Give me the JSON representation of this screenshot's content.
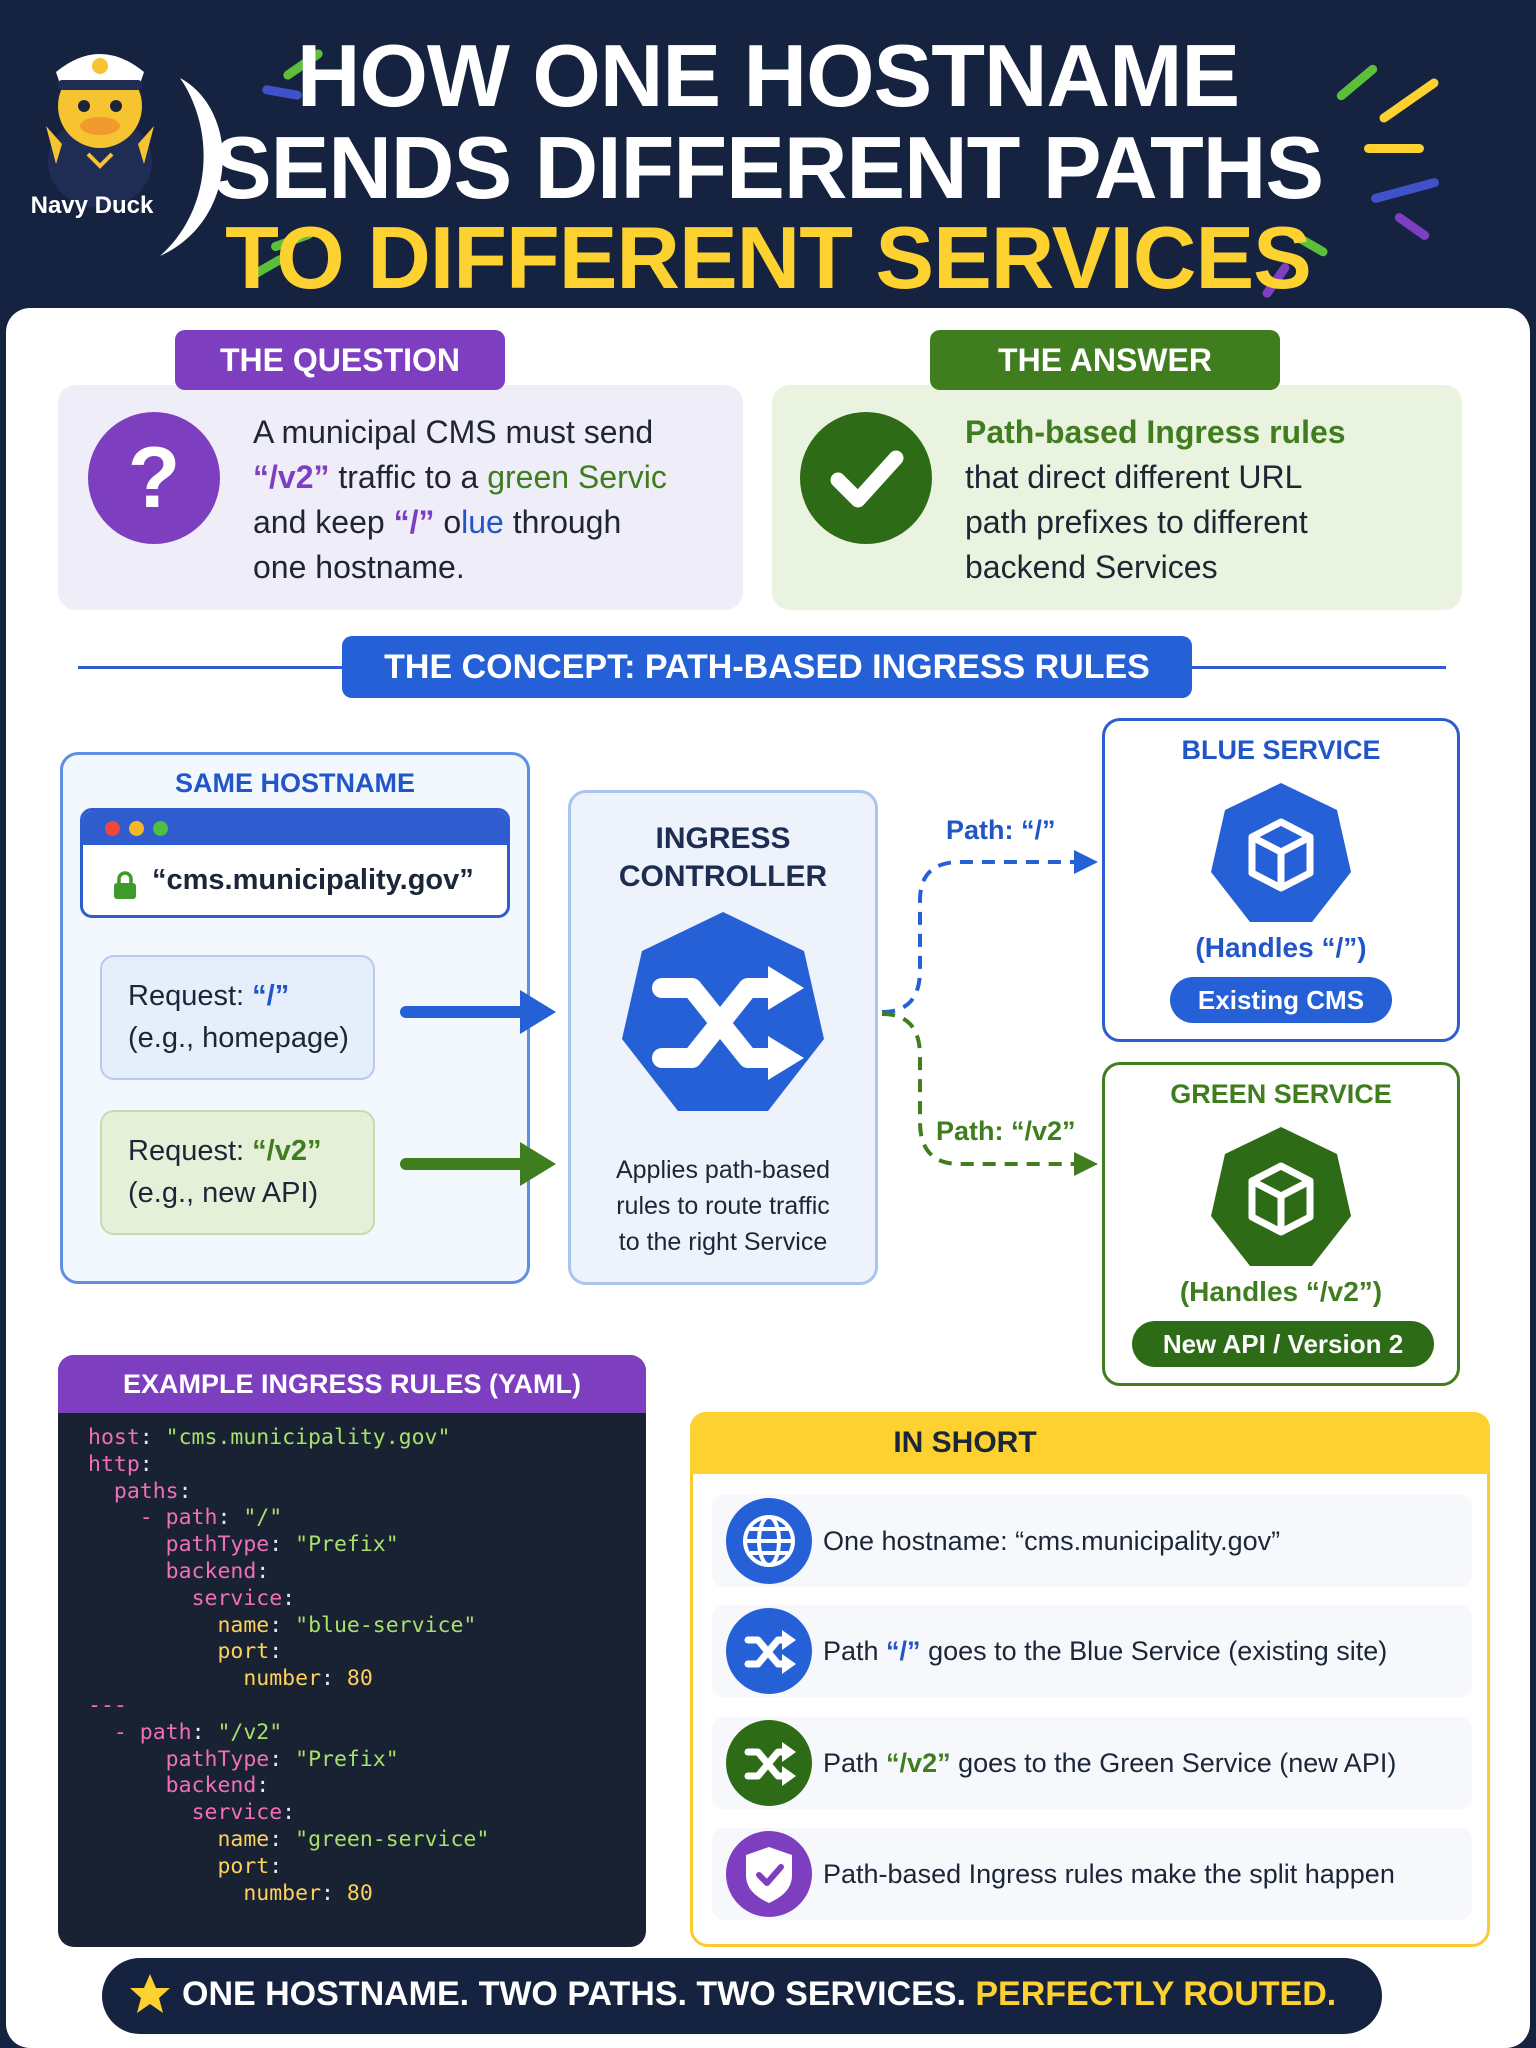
{
  "header": {
    "mascot_label": "Navy Duck",
    "title_line1": "HOW ONE HOSTNAME",
    "title_line2": "SENDS DIFFERENT PATHS",
    "title_line3": "TO DIFFERENT SERVICES"
  },
  "question": {
    "pill": "THE QUESTION",
    "icon": "question-mark-icon",
    "line1": "A municipal CMS must send",
    "line2_a": "“/v2”",
    "line2_b": " traffic to a ",
    "line2_c": "green Servic",
    "line3_a": "and keep ",
    "line3_b": "“/”",
    "line3_c": " o",
    "line3_d": "lue",
    "line3_e": " through",
    "line4": "one hostname."
  },
  "answer": {
    "pill": "THE ANSWER",
    "icon": "checkmark-icon",
    "line1": "Path-based Ingress rules",
    "line2": "that direct different URL",
    "line3": "path prefixes to different",
    "line4": "backend Services"
  },
  "concept": {
    "title": "THE CONCEPT: PATH-BASED INGRESS RULES"
  },
  "hostname": {
    "heading": "SAME HOSTNAME",
    "url": "“cms.municipality.gov”",
    "request1_label": "Request: ",
    "request1_path": "“/”",
    "request1_note": "(e.g., homepage)",
    "request2_label": "Request: ",
    "request2_path": "“/v2”",
    "request2_note": "(e.g., new API)"
  },
  "ingress": {
    "heading_line1": "INGRESS",
    "heading_line2": "CONTROLLER",
    "icon": "shuffle-icon",
    "desc_line1": "Applies path-based",
    "desc_line2": "rules to route traffic",
    "desc_line3": "to the right Service"
  },
  "routes": {
    "blue_path_label": "Path: “/”",
    "green_path_label": "Path: “/v2”"
  },
  "blue_service": {
    "heading": "BLUE SERVICE",
    "icon": "cube-icon",
    "handles": "(Handles “/”)",
    "pill": "Existing CMS",
    "color": "#2660d6"
  },
  "green_service": {
    "heading": "GREEN SERVICE",
    "icon": "cube-icon",
    "handles": "(Handles “/v2”)",
    "pill": "New API / Version 2",
    "color": "#2e6b16"
  },
  "yaml": {
    "heading": "EXAMPLE INGRESS RULES (YAML)",
    "lines": [
      [
        {
          "t": "k",
          "v": "host"
        },
        {
          "t": "p",
          "v": ": "
        },
        {
          "t": "s",
          "v": "\"cms.municipality.gov\""
        }
      ],
      [
        {
          "t": "k",
          "v": "http"
        },
        {
          "t": "p",
          "v": ":"
        }
      ],
      [
        {
          "t": "p",
          "v": "  "
        },
        {
          "t": "k",
          "v": "paths"
        },
        {
          "t": "p",
          "v": ":"
        }
      ],
      [
        {
          "t": "p",
          "v": "    "
        },
        {
          "t": "d",
          "v": "- "
        },
        {
          "t": "k",
          "v": "path"
        },
        {
          "t": "p",
          "v": ": "
        },
        {
          "t": "s",
          "v": "\"/\""
        }
      ],
      [
        {
          "t": "p",
          "v": "      "
        },
        {
          "t": "k",
          "v": "pathType"
        },
        {
          "t": "p",
          "v": ": "
        },
        {
          "t": "s",
          "v": "\"Prefix\""
        }
      ],
      [
        {
          "t": "p",
          "v": "      "
        },
        {
          "t": "k",
          "v": "backend"
        },
        {
          "t": "p",
          "v": ":"
        }
      ],
      [
        {
          "t": "p",
          "v": "        "
        },
        {
          "t": "k",
          "v": "service"
        },
        {
          "t": "p",
          "v": ":"
        }
      ],
      [
        {
          "t": "p",
          "v": "          "
        },
        {
          "t": "n",
          "v": "name"
        },
        {
          "t": "p",
          "v": ": "
        },
        {
          "t": "s",
          "v": "\"blue-service\""
        }
      ],
      [
        {
          "t": "p",
          "v": "          "
        },
        {
          "t": "n",
          "v": "port"
        },
        {
          "t": "p",
          "v": ":"
        }
      ],
      [
        {
          "t": "p",
          "v": "            "
        },
        {
          "t": "n",
          "v": "number"
        },
        {
          "t": "p",
          "v": ": "
        },
        {
          "t": "n",
          "v": "80"
        }
      ],
      [
        {
          "t": "d",
          "v": "---"
        }
      ],
      [
        {
          "t": "p",
          "v": "  "
        },
        {
          "t": "d",
          "v": "- "
        },
        {
          "t": "k",
          "v": "path"
        },
        {
          "t": "p",
          "v": ": "
        },
        {
          "t": "s",
          "v": "\"/v2\""
        }
      ],
      [
        {
          "t": "p",
          "v": "      "
        },
        {
          "t": "k",
          "v": "pathType"
        },
        {
          "t": "p",
          "v": ": "
        },
        {
          "t": "s",
          "v": "\"Prefix\""
        }
      ],
      [
        {
          "t": "p",
          "v": "      "
        },
        {
          "t": "k",
          "v": "backend"
        },
        {
          "t": "p",
          "v": ":"
        }
      ],
      [
        {
          "t": "p",
          "v": "        "
        },
        {
          "t": "k",
          "v": "service"
        },
        {
          "t": "p",
          "v": ":"
        }
      ],
      [
        {
          "t": "p",
          "v": "          "
        },
        {
          "t": "n",
          "v": "name"
        },
        {
          "t": "p",
          "v": ": "
        },
        {
          "t": "s",
          "v": "\"green-service\""
        }
      ],
      [
        {
          "t": "p",
          "v": "          "
        },
        {
          "t": "n",
          "v": "port"
        },
        {
          "t": "p",
          "v": ":"
        }
      ],
      [
        {
          "t": "p",
          "v": "            "
        },
        {
          "t": "n",
          "v": "number"
        },
        {
          "t": "p",
          "v": ": "
        },
        {
          "t": "n",
          "v": "80"
        }
      ]
    ]
  },
  "in_short": {
    "title": "IN SHORT",
    "items": [
      {
        "icon": "globe-icon",
        "color": "#2660d6",
        "parts": [
          {
            "t": "plain",
            "v": "One hostname: “cms.municipality.gov”"
          }
        ]
      },
      {
        "icon": "shuffle-icon",
        "color": "#2660d6",
        "parts": [
          {
            "t": "plain",
            "v": "Path "
          },
          {
            "t": "blue",
            "v": "“/”"
          },
          {
            "t": "plain",
            "v": " goes to the Blue Service (existing site)"
          }
        ]
      },
      {
        "icon": "shuffle-icon",
        "color": "#2e6b16",
        "parts": [
          {
            "t": "plain",
            "v": "Path "
          },
          {
            "t": "green",
            "v": "“/v2”"
          },
          {
            "t": "plain",
            "v": " goes to the Green Service (new API)"
          }
        ]
      },
      {
        "icon": "shield-check-icon",
        "color": "#7d3fbf",
        "parts": [
          {
            "t": "plain",
            "v": "Path-based Ingress rules make the split happen"
          }
        ]
      }
    ]
  },
  "footer": {
    "icon": "star-icon",
    "text_main": "ONE HOSTNAME. TWO PATHS. TWO SERVICES. ",
    "text_highlight": "PERFECTLY ROUTED."
  }
}
